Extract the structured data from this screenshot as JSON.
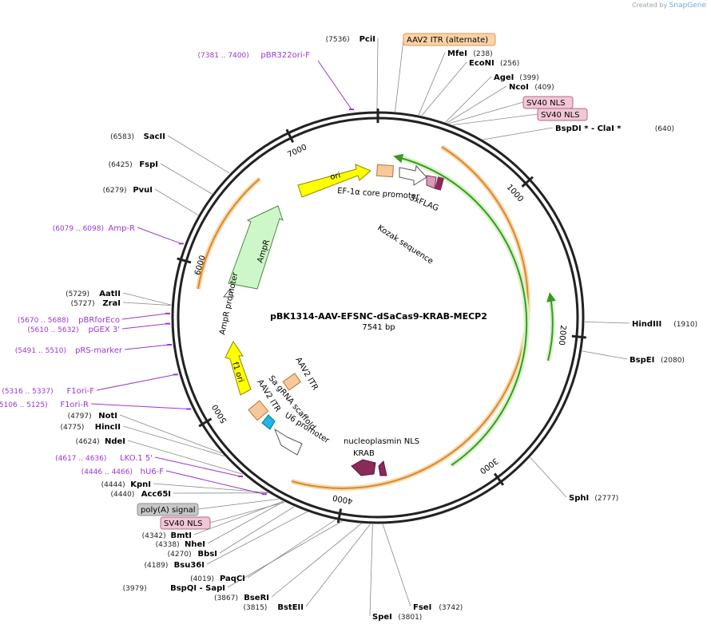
{
  "branding": {
    "created_by": "Created by",
    "product": "SnapGene"
  },
  "plasmid": {
    "name": "pBK1314-AAV-EFSNC-dSaCas9-KRAB-MECP2",
    "size_label": "7541 bp",
    "length": 7541
  },
  "ticks": [
    {
      "pos": 0,
      "label": ""
    },
    {
      "pos": 1000,
      "label": "1000"
    },
    {
      "pos": 2000,
      "label": "2000"
    },
    {
      "pos": 3000,
      "label": "3000"
    },
    {
      "pos": 4000,
      "label": "4000"
    },
    {
      "pos": 5000,
      "label": "5000"
    },
    {
      "pos": 6000,
      "label": "6000"
    },
    {
      "pos": 7000,
      "label": "7000"
    }
  ],
  "sites": [
    {
      "name": "PciI",
      "pos": "(7536)",
      "side": "left"
    },
    {
      "name": "MfeI",
      "pos": "(238)",
      "side": "right"
    },
    {
      "name": "EcoNI",
      "pos": "(256)",
      "side": "right"
    },
    {
      "name": "AgeI",
      "pos": "(399)",
      "side": "right"
    },
    {
      "name": "NcoI",
      "pos": "(409)",
      "side": "right"
    },
    {
      "name": "BspDI *  -  ClaI *",
      "pos": "(640)",
      "side": "right"
    },
    {
      "name": "HindIII",
      "pos": "(1910)",
      "side": "right"
    },
    {
      "name": "BspEI",
      "pos": "(2080)",
      "side": "right"
    },
    {
      "name": "SphI",
      "pos": "(2777)",
      "side": "right"
    },
    {
      "name": "FseI",
      "pos": "(3742)",
      "side": "right"
    },
    {
      "name": "SpeI",
      "pos": "(3801)",
      "side": "right"
    },
    {
      "name": "BstEII",
      "pos": "(3815)",
      "side": "left"
    },
    {
      "name": "BseRI",
      "pos": "(3867)",
      "side": "left"
    },
    {
      "name": "BspQI  -  SapI",
      "pos": "(3979)",
      "side": "left"
    },
    {
      "name": "PaqCI",
      "pos": "(4019)",
      "side": "left"
    },
    {
      "name": "Bsu36I",
      "pos": "(4189)",
      "side": "left"
    },
    {
      "name": "BbsI",
      "pos": "(4270)",
      "side": "left"
    },
    {
      "name": "NheI",
      "pos": "(4338)",
      "side": "left"
    },
    {
      "name": "BmtI",
      "pos": "(4342)",
      "side": "left"
    },
    {
      "name": "Acc65I",
      "pos": "(4440)",
      "side": "left"
    },
    {
      "name": "KpnI",
      "pos": "(4444)",
      "side": "left"
    },
    {
      "name": "NdeI",
      "pos": "(4624)",
      "side": "left"
    },
    {
      "name": "HincII",
      "pos": "(4775)",
      "side": "left"
    },
    {
      "name": "NotI",
      "pos": "(4797)",
      "side": "left"
    },
    {
      "name": "ZraI",
      "pos": "(5727)",
      "side": "left"
    },
    {
      "name": "AatII",
      "pos": "(5729)",
      "side": "left"
    },
    {
      "name": "PvuI",
      "pos": "(6279)",
      "side": "left"
    },
    {
      "name": "FspI",
      "pos": "(6425)",
      "side": "left"
    },
    {
      "name": "SacII",
      "pos": "(6583)",
      "side": "left"
    }
  ],
  "primers": [
    {
      "name": "pBR322ori-F",
      "range": "(7381 .. 7400)"
    },
    {
      "name": "Amp-R",
      "range": "(6079 .. 6098)"
    },
    {
      "name": "pBRforEco",
      "range": "(5670 .. 5688)"
    },
    {
      "name": "pGEX 3'",
      "range": "(5610 .. 5632)"
    },
    {
      "name": "pRS-marker",
      "range": "(5491 .. 5510)"
    },
    {
      "name": "F1ori-F",
      "range": "(5316 .. 5337)"
    },
    {
      "name": "F1ori-R",
      "range": "(5106 .. 5125)"
    },
    {
      "name": "LKO.1 5'",
      "range": "(4617 .. 4636)"
    },
    {
      "name": "hU6-F",
      "range": "(4446 .. 4466)"
    }
  ],
  "boxed_labels": [
    {
      "text": "AAV2 ITR (alternate)",
      "color": "#fbd3a8",
      "border": "#d99a55"
    },
    {
      "text": "SV40 NLS",
      "color": "#f0c7d6",
      "border": "#b56a88"
    },
    {
      "text": "SV40 NLS",
      "color": "#f0c7d6",
      "border": "#b56a88"
    },
    {
      "text": "poly(A) signal",
      "color": "#c8c8c8",
      "border": "#8c8c8c"
    },
    {
      "text": "SV40 NLS",
      "color": "#f0c7d6",
      "border": "#b56a88"
    }
  ],
  "features": [
    {
      "text": "ori"
    },
    {
      "text": "EF-1α core promoter"
    },
    {
      "text": "3xFLAG"
    },
    {
      "text": "Kozak sequence"
    },
    {
      "text": "AmpR"
    },
    {
      "text": "AmpR promoter"
    },
    {
      "text": "f1 ori"
    },
    {
      "text": "AAV2 ITR"
    },
    {
      "text": "Sa gRNA scaffold"
    },
    {
      "text": "AAV2 ITR"
    },
    {
      "text": "U6 promoter"
    },
    {
      "text": "nucleoplasmin NLS"
    },
    {
      "text": "KRAB"
    }
  ],
  "colors": {
    "backbone": "#222222",
    "orange_feature": "#e9a14c",
    "green_cds": "#3a9a1e",
    "primer": "#9a35d6",
    "ori": "#ffff00",
    "ampr": "#cdf7c8",
    "itr": "#f8c89a",
    "krab": "#8a2a5a",
    "u6": "#1fb6e8"
  }
}
